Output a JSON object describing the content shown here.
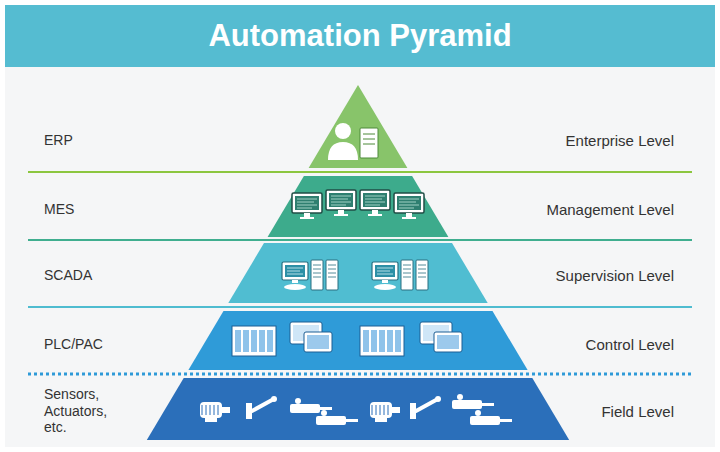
{
  "diagram": {
    "title": "Automation Pyramid",
    "nodes": [
      {
        "text": [
          "ERP",
          "Enterprise Level"
        ]
      },
      {
        "text": [
          "MES",
          "Management Level"
        ]
      },
      {
        "text": [
          "SCADA",
          "Supervision Level"
        ]
      },
      {
        "text": [
          "PLC/PAC",
          "Control Level"
        ]
      },
      {
        "text": [
          "Sensors, Actuators, etc.",
          "Field Level"
        ]
      }
    ]
  }
}
